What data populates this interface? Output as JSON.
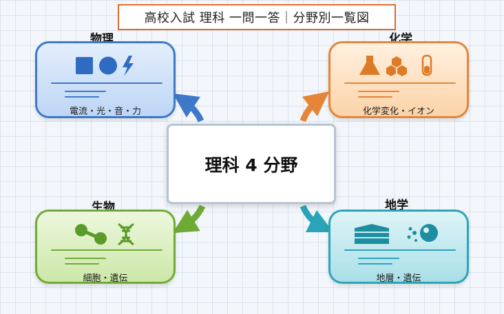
{
  "title": "高校入試 理科 一問一答｜分野別一覧図",
  "center": "理科 4 分野",
  "fields": {
    "physics": {
      "name": "物理",
      "topics": "電流・光・音・力",
      "color": "#3d78c9"
    },
    "chemistry": {
      "name": "化学",
      "topics": "化学変化・イオン",
      "color": "#e58537"
    },
    "biology": {
      "name": "生物",
      "topics": "細胞・遺伝",
      "color": "#6eab36"
    },
    "earth": {
      "name": "地学",
      "topics": "地層・遺伝",
      "color": "#2aa4b8"
    }
  },
  "icons": {
    "physics": [
      "square-icon",
      "circle-icon",
      "lightning-icon"
    ],
    "chemistry": [
      "flask-icon",
      "hexagon-icon",
      "test-tube-icon"
    ],
    "biology": [
      "molecule-icon",
      "dna-icon"
    ],
    "earth": [
      "strata-icon",
      "planet-icon"
    ]
  }
}
